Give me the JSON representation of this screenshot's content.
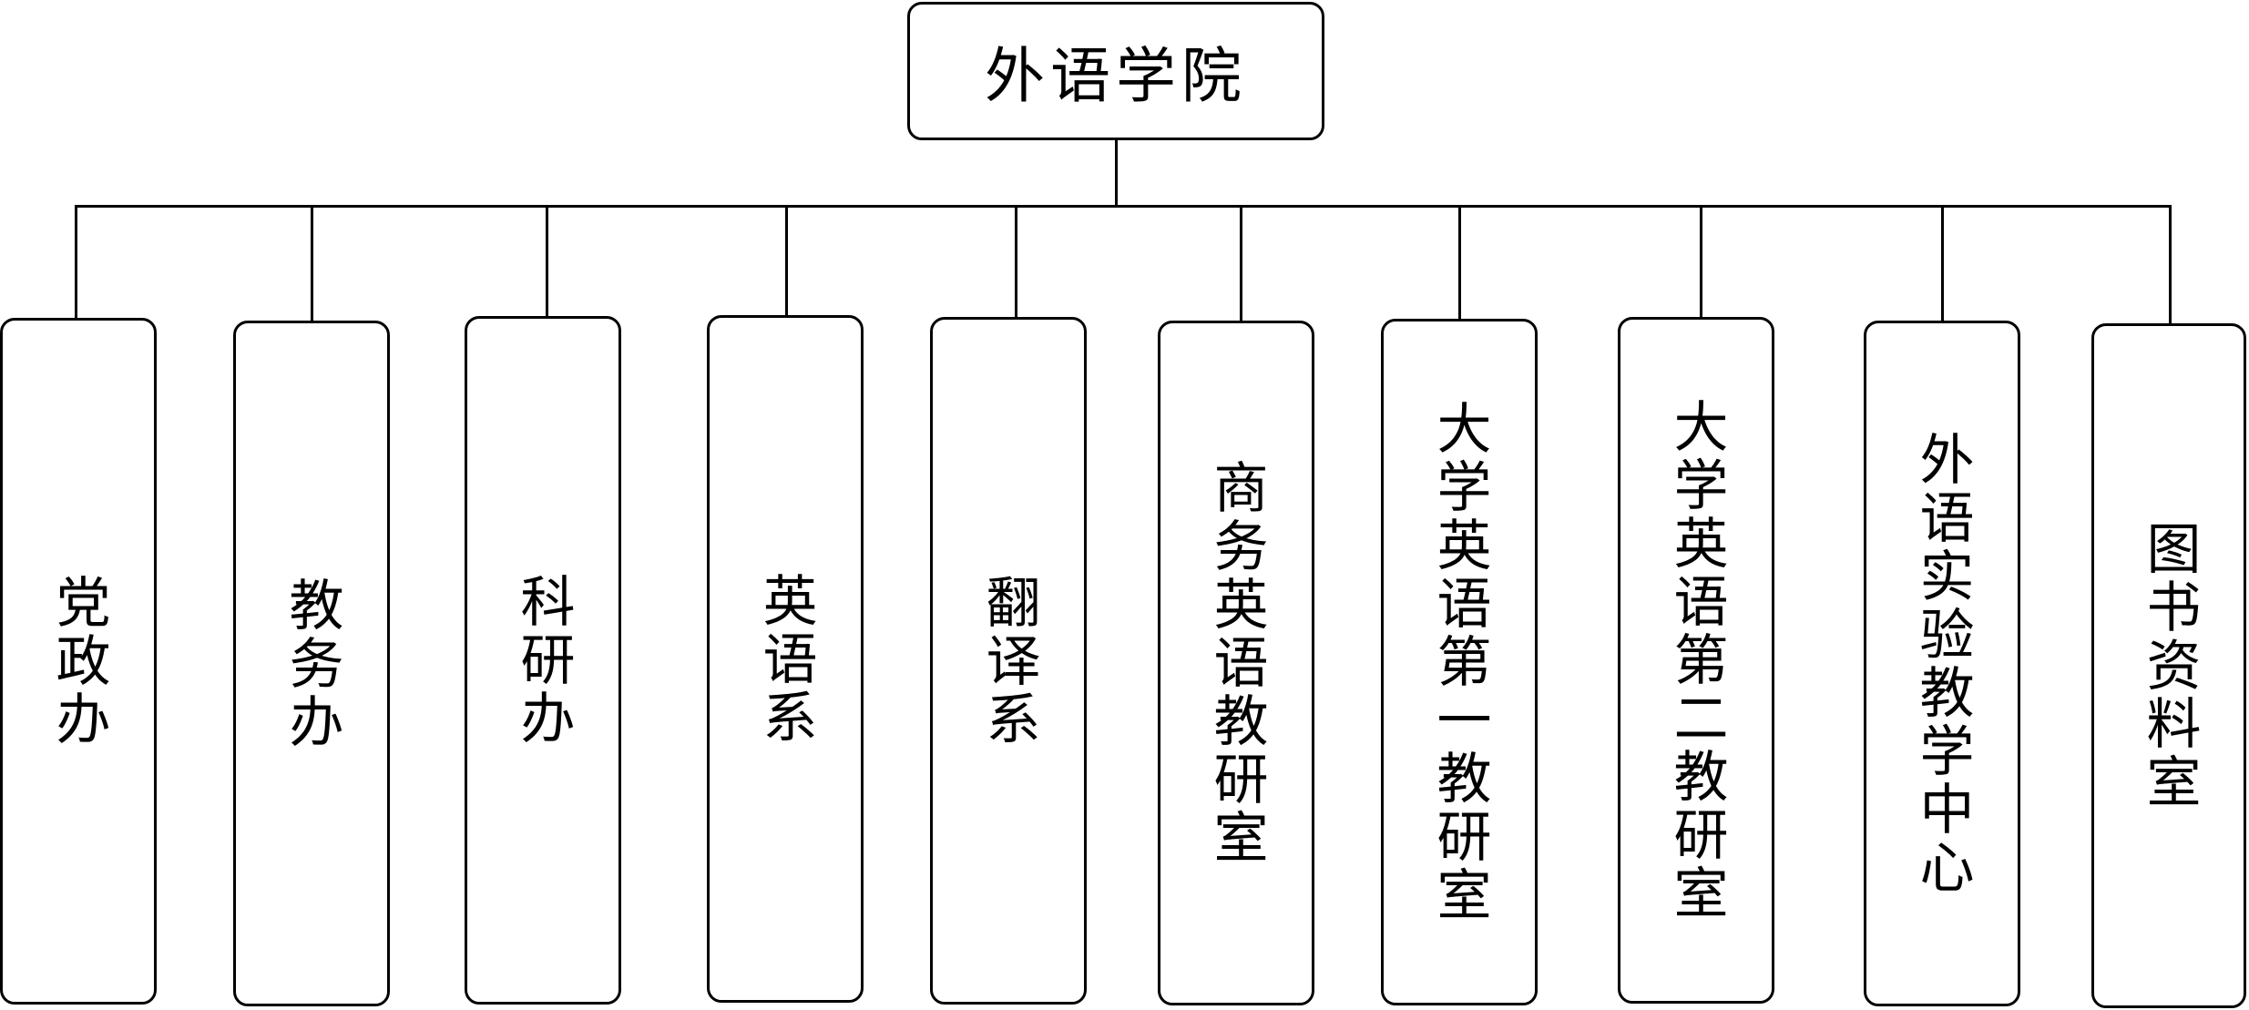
{
  "root": {
    "label": "外语学院"
  },
  "children": [
    {
      "label": "党政办"
    },
    {
      "label": "教务办"
    },
    {
      "label": "科研办"
    },
    {
      "label": "英语系"
    },
    {
      "label": "翻译系"
    },
    {
      "label": "商务英语教研室"
    },
    {
      "label": "大学英语第一教研室"
    },
    {
      "label": "大学英语第二教研室"
    },
    {
      "label": "外语实验教学中心"
    },
    {
      "label": "图书资料室"
    }
  ],
  "colors": {
    "line": "#000000",
    "box_fill": "#ffffff",
    "text": "#000000"
  }
}
